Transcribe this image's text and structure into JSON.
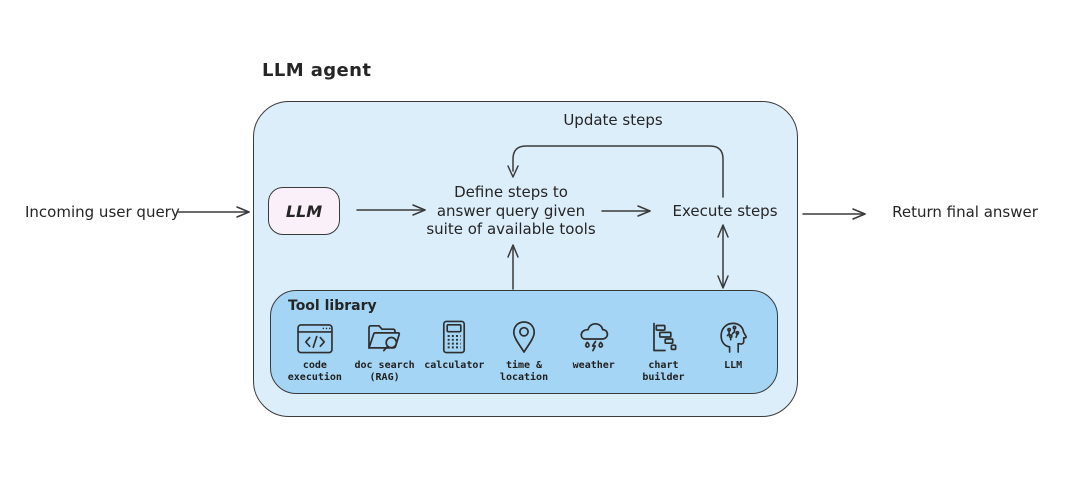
{
  "diagram": {
    "title": "LLM agent",
    "incoming_label": "Incoming user query",
    "return_label": "Return final answer",
    "llm_box_label": "LLM",
    "define_steps_label": "Define steps to\nanswer query given\nsuite of available tools",
    "update_steps_label": "Update steps",
    "execute_steps_label": "Execute steps",
    "tool_library": {
      "title": "Tool library",
      "tools": [
        {
          "icon": "code-window-icon",
          "label": "code\nexecution"
        },
        {
          "icon": "doc-search-icon",
          "label": "doc search\n(RAG)"
        },
        {
          "icon": "calculator-icon",
          "label": "calculator"
        },
        {
          "icon": "map-pin-icon",
          "label": "time &\nlocation"
        },
        {
          "icon": "weather-icon",
          "label": "weather"
        },
        {
          "icon": "gantt-chart-icon",
          "label": "chart\nbuilder"
        },
        {
          "icon": "brain-head-icon",
          "label": "LLM"
        }
      ]
    },
    "colors": {
      "agent_container_fill": "#ddeefb",
      "tool_library_fill": "#a4d5f4",
      "llm_box_fill": "#f9f0f9",
      "stroke": "#3a3a3a",
      "background": "#ffffff"
    }
  }
}
